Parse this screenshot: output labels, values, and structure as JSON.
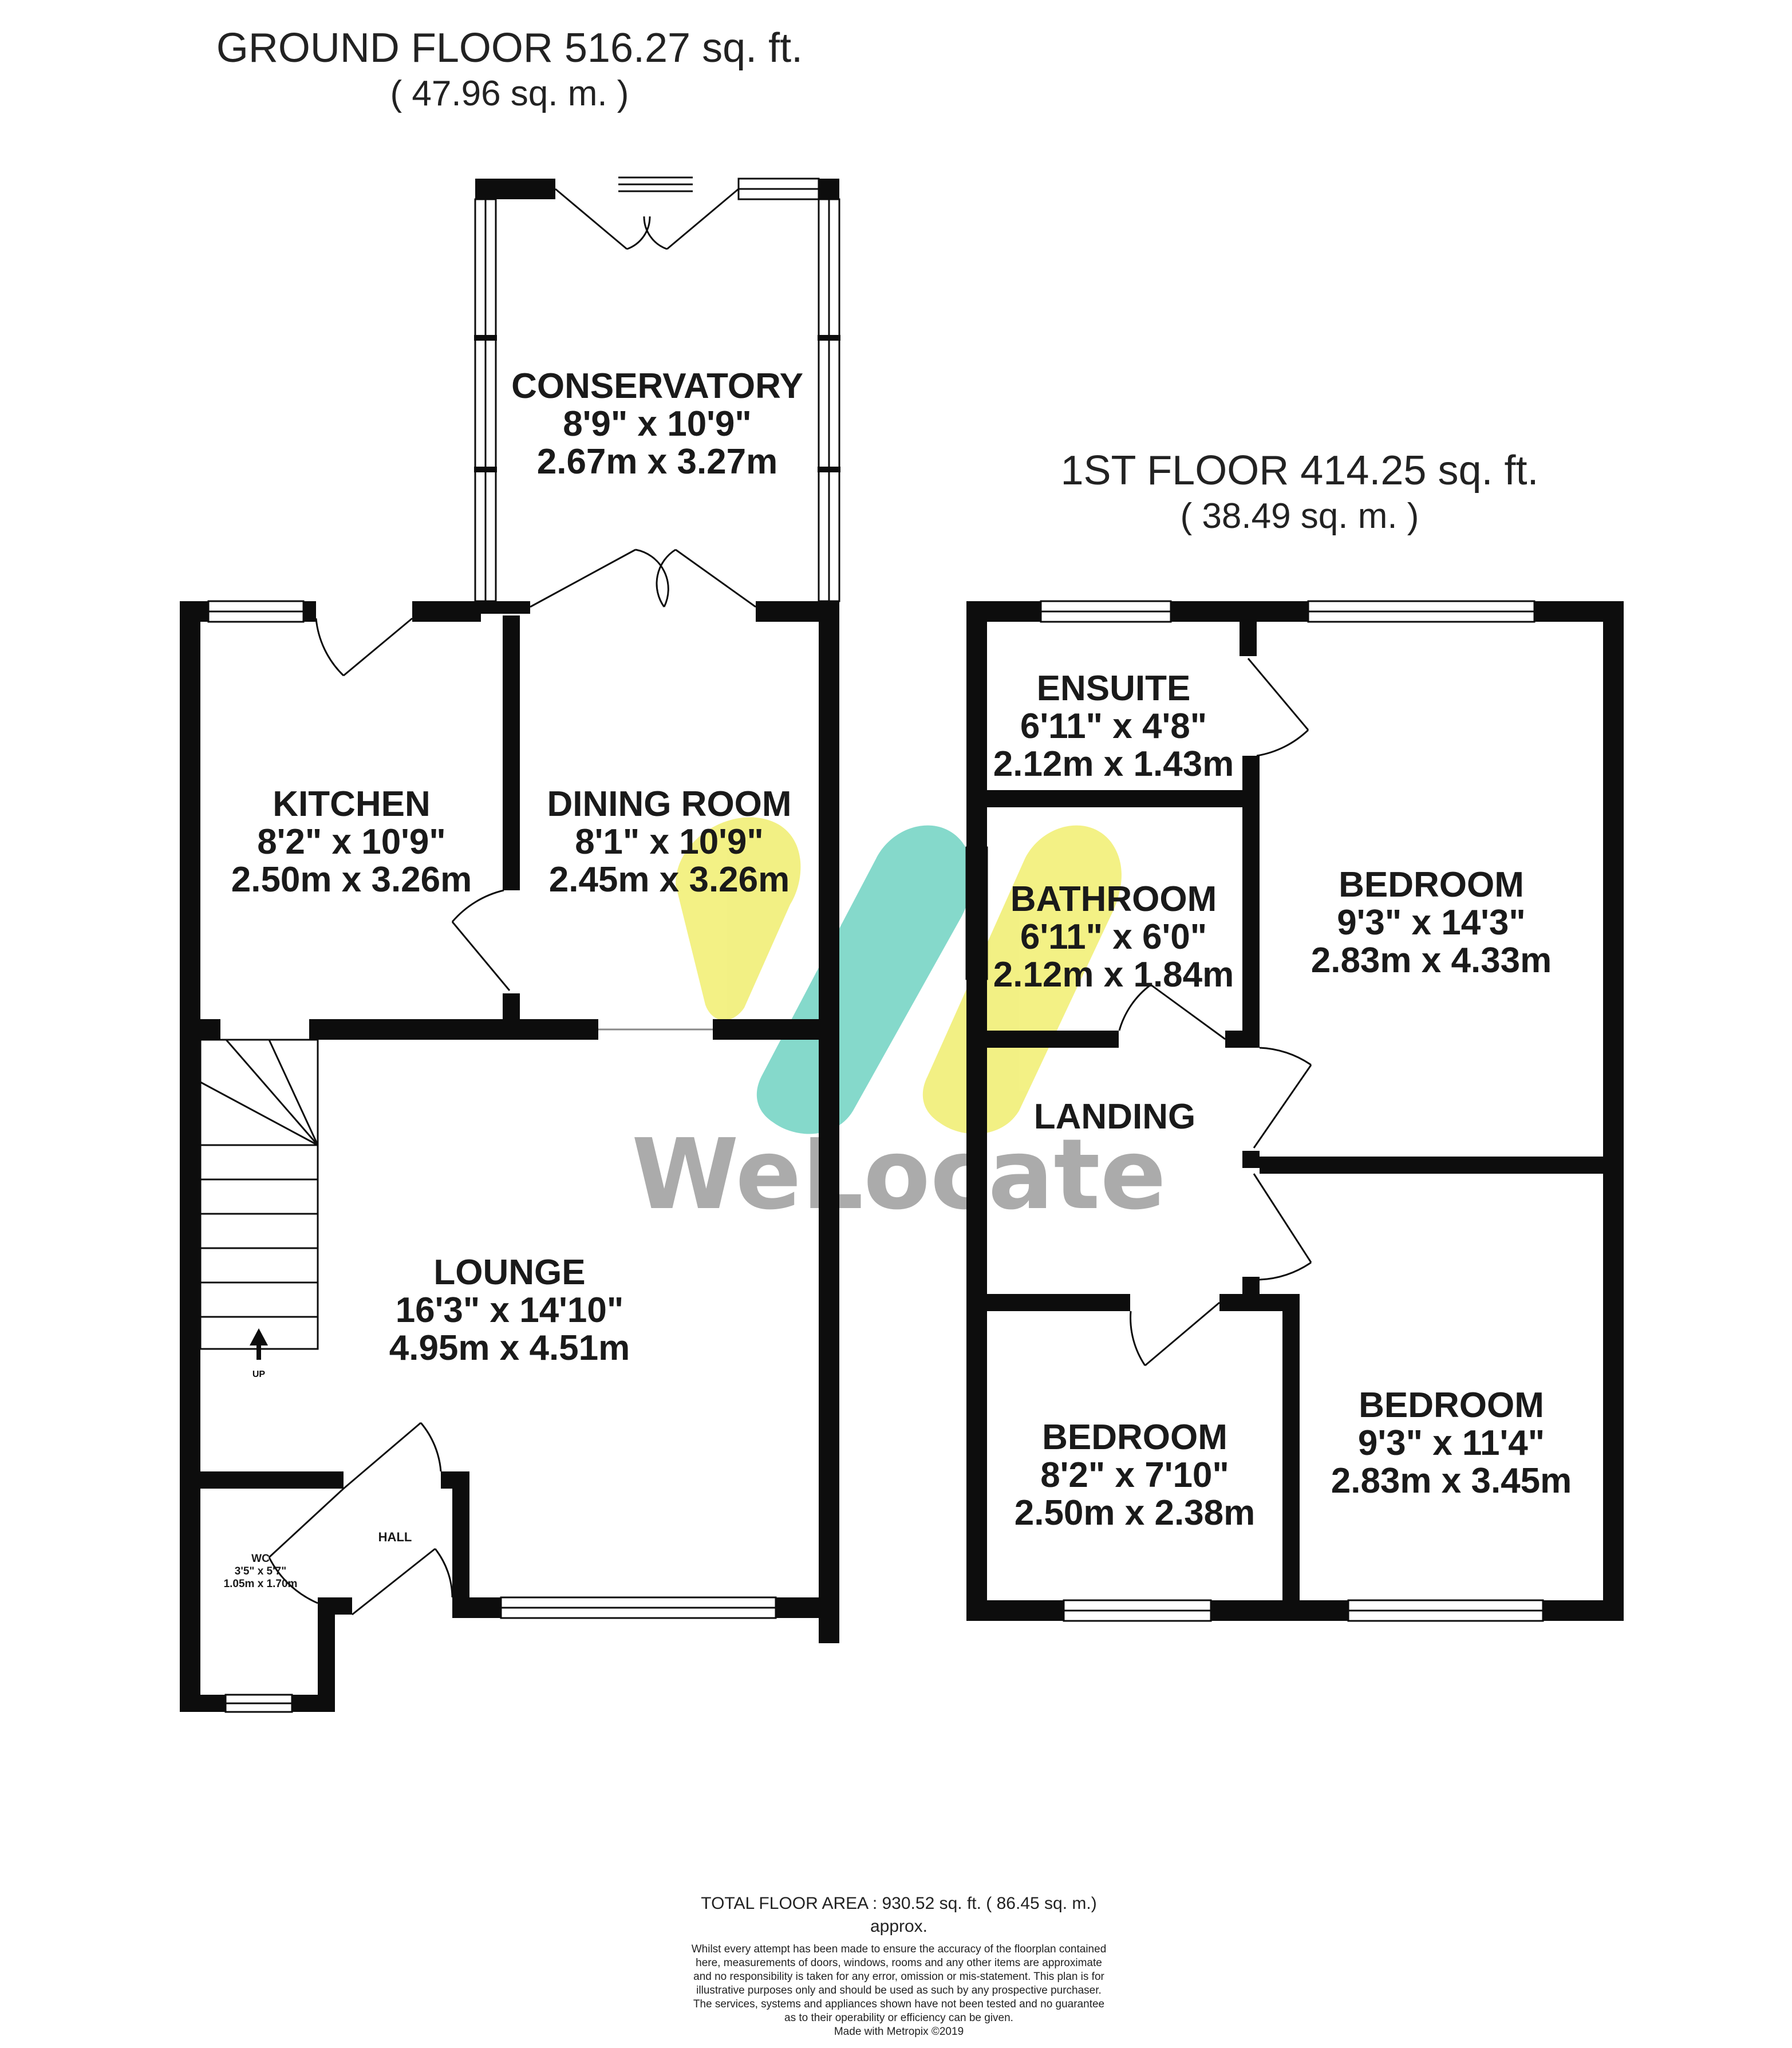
{
  "ground_floor": {
    "title": "GROUND FLOOR 516.27 sq. ft.",
    "subtitle": "( 47.96 sq. m. )",
    "rooms": {
      "conservatory": {
        "name": "CONSERVATORY",
        "imperial": "8'9\" x 10'9\"",
        "metric": "2.67m x 3.27m"
      },
      "kitchen": {
        "name": "KITCHEN",
        "imperial": "8'2\" x 10'9\"",
        "metric": "2.50m x 3.26m"
      },
      "dining": {
        "name": "DINING ROOM",
        "imperial": "8'1\" x 10'9\"",
        "metric": "2.45m x 3.26m"
      },
      "lounge": {
        "name": "LOUNGE",
        "imperial": "16'3\" x 14'10\"",
        "metric": "4.95m x 4.51m"
      },
      "wc": {
        "name": "WC",
        "imperial": "3'5\" x 5'7\"",
        "metric": "1.05m x 1.70m"
      },
      "hall": {
        "name": "HALL"
      }
    },
    "stairs_label": "UP"
  },
  "first_floor": {
    "title": "1ST FLOOR 414.25 sq. ft.",
    "subtitle": "( 38.49 sq. m. )",
    "rooms": {
      "ensuite": {
        "name": "ENSUITE",
        "imperial": "6'11\" x 4'8\"",
        "metric": "2.12m x 1.43m"
      },
      "bathroom": {
        "name": "BATHROOM",
        "imperial": "6'11\" x 6'0\"",
        "metric": "2.12m x 1.84m"
      },
      "bedroom1": {
        "name": "BEDROOM",
        "imperial": "9'3\" x 14'3\"",
        "metric": "2.83m x 4.33m"
      },
      "landing": {
        "name": "LANDING"
      },
      "bedroom2": {
        "name": "BEDROOM",
        "imperial": "8'2\" x 7'10\"",
        "metric": "2.50m x 2.38m"
      },
      "bedroom3": {
        "name": "BEDROOM",
        "imperial": "9'3\" x 11'4\"",
        "metric": "2.83m x 3.45m"
      }
    }
  },
  "watermark": {
    "text": "WeLocate",
    "colors": {
      "teal": "#7fd8c9",
      "yellow": "#f2f07e",
      "grey": "#a7a7a7"
    }
  },
  "footer": {
    "total": "TOTAL FLOOR AREA : 930.52 sq. ft. ( 86.45 sq. m.) approx.",
    "disclaimer": "Whilst every attempt has been made to ensure the accuracy of the floorplan contained here, measurements of doors, windows, rooms and any other items are approximate and no responsibility is taken for any error, omission or mis-statement. This plan is for illustrative purposes only and should be used as such by any prospective purchaser. The services, systems and appliances shown have not been tested and no guarantee as to their operability or efficiency can be given.",
    "made_with": "Made with Metropix ©2019"
  },
  "colors": {
    "wall": "#0d0d0d",
    "window": "#9a9a9a",
    "background": "#ffffff"
  }
}
